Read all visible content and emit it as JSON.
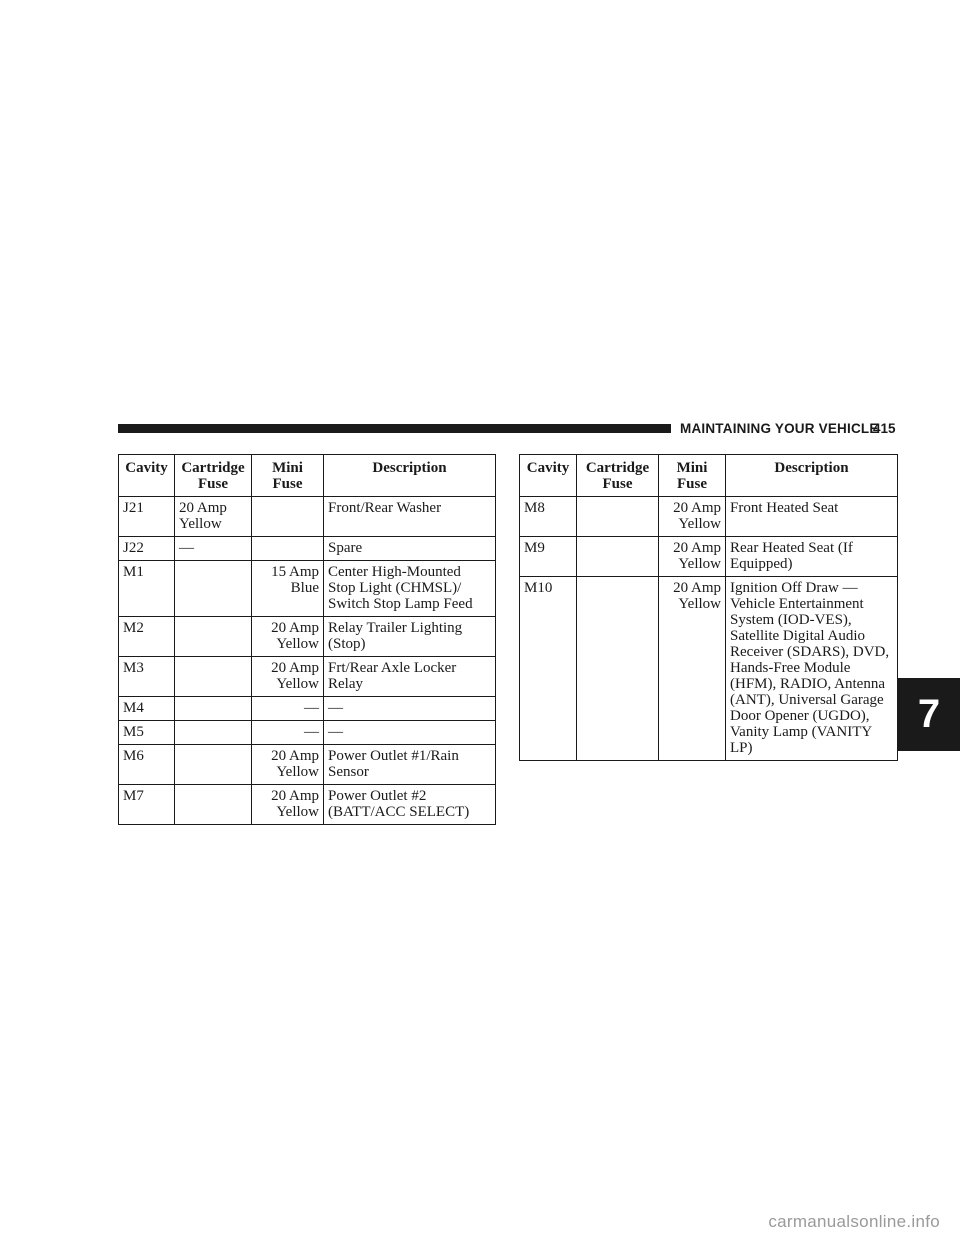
{
  "header": {
    "section_title": "MAINTAINING YOUR VEHICLE",
    "page_number": "415"
  },
  "columns": [
    "Cavity",
    "Cartridge Fuse",
    "Mini Fuse",
    "Description"
  ],
  "left_table": {
    "rows": [
      {
        "cavity": "J21",
        "cartridge": "20 Amp Yellow",
        "mini": "",
        "description": "Front/Rear Washer"
      },
      {
        "cavity": "J22",
        "cartridge": "—",
        "mini": "",
        "description": "Spare"
      },
      {
        "cavity": "M1",
        "cartridge": "",
        "mini": "15 Amp Blue",
        "description": "Center High-Mounted Stop Light (CHMSL)/ Switch Stop Lamp Feed"
      },
      {
        "cavity": "M2",
        "cartridge": "",
        "mini": "20 Amp Yellow",
        "description": "Relay Trailer Lighting (Stop)"
      },
      {
        "cavity": "M3",
        "cartridge": "",
        "mini": "20 Amp Yellow",
        "description": "Frt/Rear Axle Locker Relay"
      },
      {
        "cavity": "M4",
        "cartridge": "",
        "mini": "—",
        "description": "—"
      },
      {
        "cavity": "M5",
        "cartridge": "",
        "mini": "—",
        "description": "—"
      },
      {
        "cavity": "M6",
        "cartridge": "",
        "mini": "20 Amp Yellow",
        "description": "Power Outlet #1/Rain Sensor"
      },
      {
        "cavity": "M7",
        "cartridge": "",
        "mini": "20 Amp Yellow",
        "description": "Power Outlet #2 (BATT/ACC SELECT)"
      }
    ]
  },
  "right_table": {
    "rows": [
      {
        "cavity": "M8",
        "cartridge": "",
        "mini": "20 Amp Yellow",
        "description": "Front Heated Seat"
      },
      {
        "cavity": "M9",
        "cartridge": "",
        "mini": "20 Amp Yellow",
        "description": "Rear Heated Seat (If Equipped)"
      },
      {
        "cavity": "M10",
        "cartridge": "",
        "mini": "20 Amp Yellow",
        "description": "Ignition Off Draw — Vehicle Entertainment System (IOD-VES), Satellite Digital Audio Receiver (SDARS), DVD, Hands-Free Module (HFM), RADIO, Antenna (ANT), Universal Garage Door Opener (UGDO), Vanity Lamp (VANITY LP)"
      }
    ]
  },
  "chapter_tab": "7",
  "watermark": "carmanualsonline.info"
}
